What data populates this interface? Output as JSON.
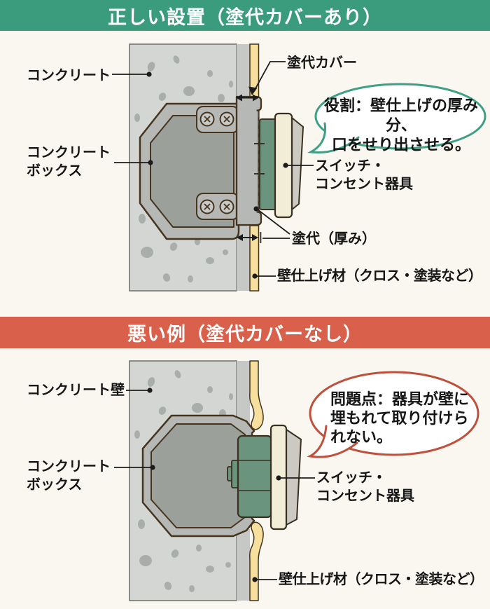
{
  "banners": {
    "correct": "正しい設置（塗代カバーあり）",
    "bad": "悪い例（塗代カバーなし）"
  },
  "top": {
    "labels": {
      "concrete": "コンクリート",
      "box_line1": "コンクリート",
      "box_line2": "ボックス",
      "cover": "塗代カバー",
      "device_line1": "スイッチ・",
      "device_line2": "コンセント器具",
      "allowance": "塗代（厚み）",
      "finish": "壁仕上げ材（クロス・塗装など）"
    },
    "bubble": {
      "line1": "役割：壁仕上げの厚み分、",
      "line2": "口をせり出させる。"
    }
  },
  "bottom": {
    "labels": {
      "concrete_wall": "コンクリート壁",
      "box_line1": "コンクリート",
      "box_line2": "ボックス",
      "device_line1": "スイッチ・",
      "device_line2": "コンセント器具",
      "finish": "壁仕上げ材（クロス・塗装など）"
    },
    "bubble": {
      "line1": "問題点：器具が壁に",
      "line2": "埋もれて取り付けら",
      "line3": "れない。"
    }
  },
  "colors": {
    "banner_correct": "#3a9c7c",
    "banner_bad": "#d9604a",
    "background": "#faf7f1",
    "concrete": "#d3d6d2",
    "speckle": "#a9aeab",
    "mortar_strip": "#c5c8c4",
    "finish_yellow": "#f7df9d",
    "box_gray": "#b5b8b4",
    "cavity_gray": "#9ca09b",
    "outline_brown": "#46341f",
    "device_green": "#6b947e",
    "plate_cream": "#f2edd6",
    "bubble_border_ok": "#3f9f85",
    "bubble_border_bad": "#c0503c"
  }
}
